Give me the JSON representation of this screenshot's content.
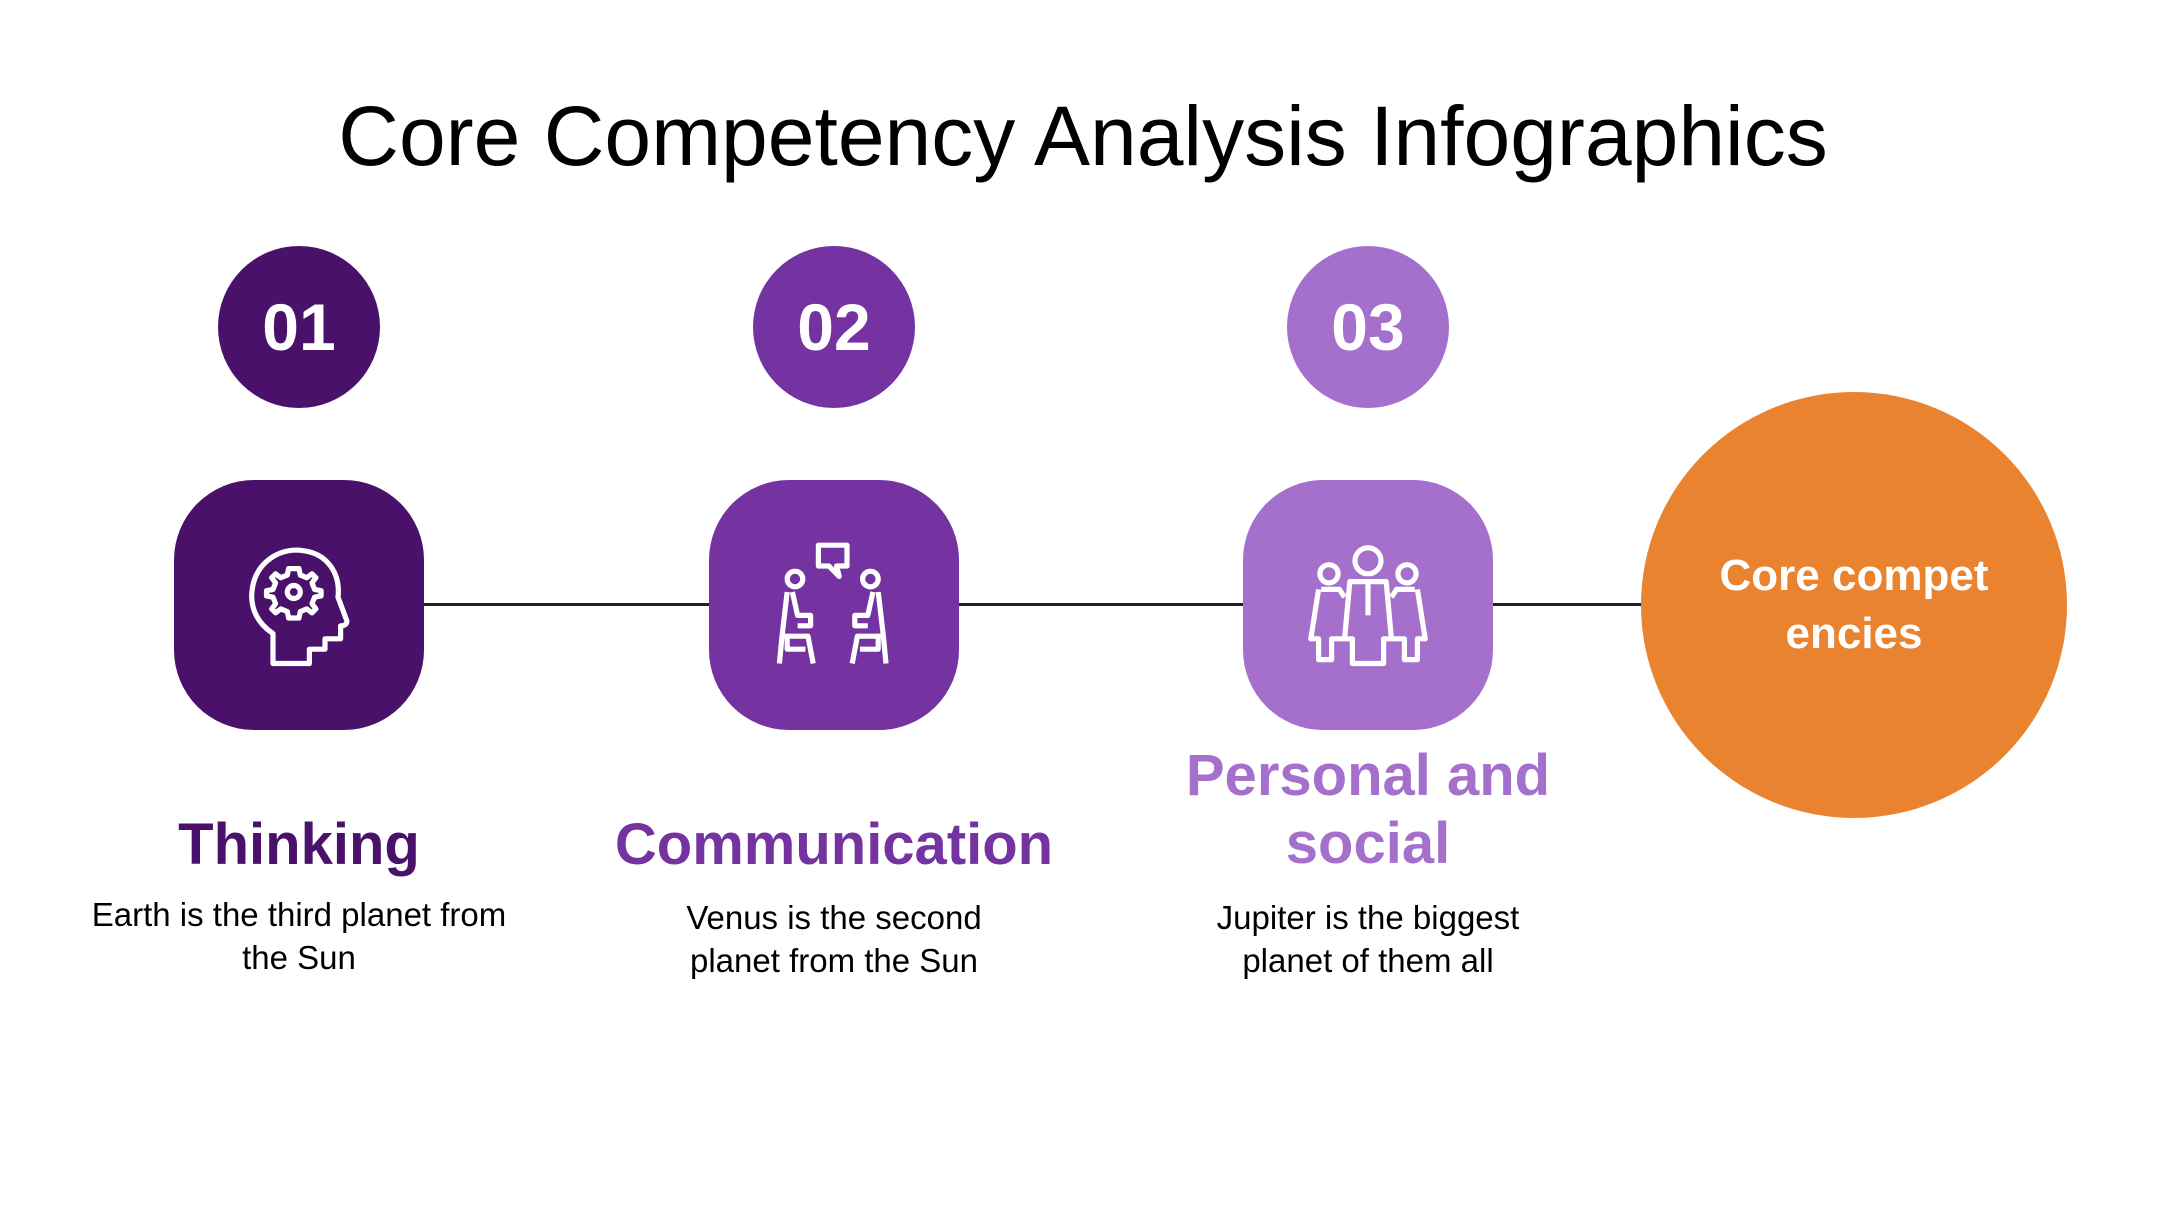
{
  "title": "Core Competency Analysis Infographics",
  "colors": {
    "step1": "#4a116b",
    "step2": "#7533a1",
    "step3": "#a470cc",
    "core": "#e98330"
  },
  "steps": [
    {
      "number": "01",
      "heading": "Thinking",
      "description": "Earth is the third planet from the Sun",
      "icon": "head-gear-icon"
    },
    {
      "number": "02",
      "heading": "Communication",
      "description": "Venus is the second planet from the Sun",
      "icon": "conversation-icon"
    },
    {
      "number": "03",
      "heading": "Personal and social",
      "description": "Jupiter is the biggest planet of them all",
      "icon": "group-icon"
    }
  ],
  "core": {
    "label": "Core competencies"
  }
}
